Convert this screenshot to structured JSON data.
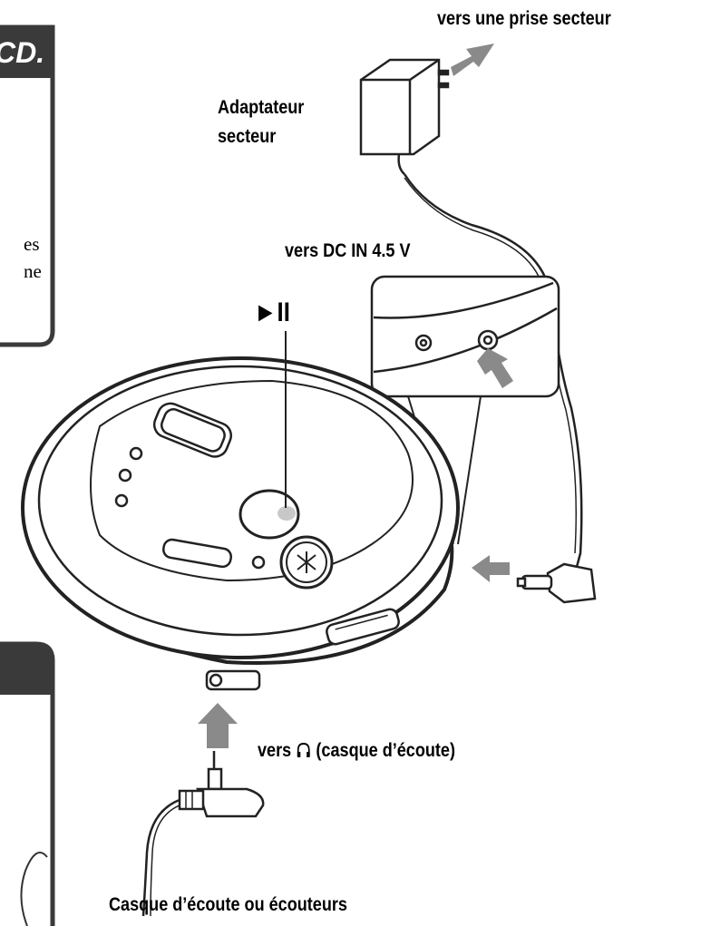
{
  "top_box": {
    "title_fragment": "CD.",
    "text_line1": "es",
    "text_line2": "ne"
  },
  "labels": {
    "outlet": "vers une prise secteur",
    "adapter_line1": "Adaptateur",
    "adapter_line2": "secteur",
    "dc_in": "vers DC IN 4.5 V",
    "play_pause": "►II",
    "headphone_jack_prefix": "vers",
    "headphone_jack_suffix": "(casque d’écoute)",
    "headphones": "Casque d’écoute ou écouteurs"
  },
  "icons": [
    "headphone-icon",
    "play-pause-icon",
    "arrow-icon"
  ]
}
